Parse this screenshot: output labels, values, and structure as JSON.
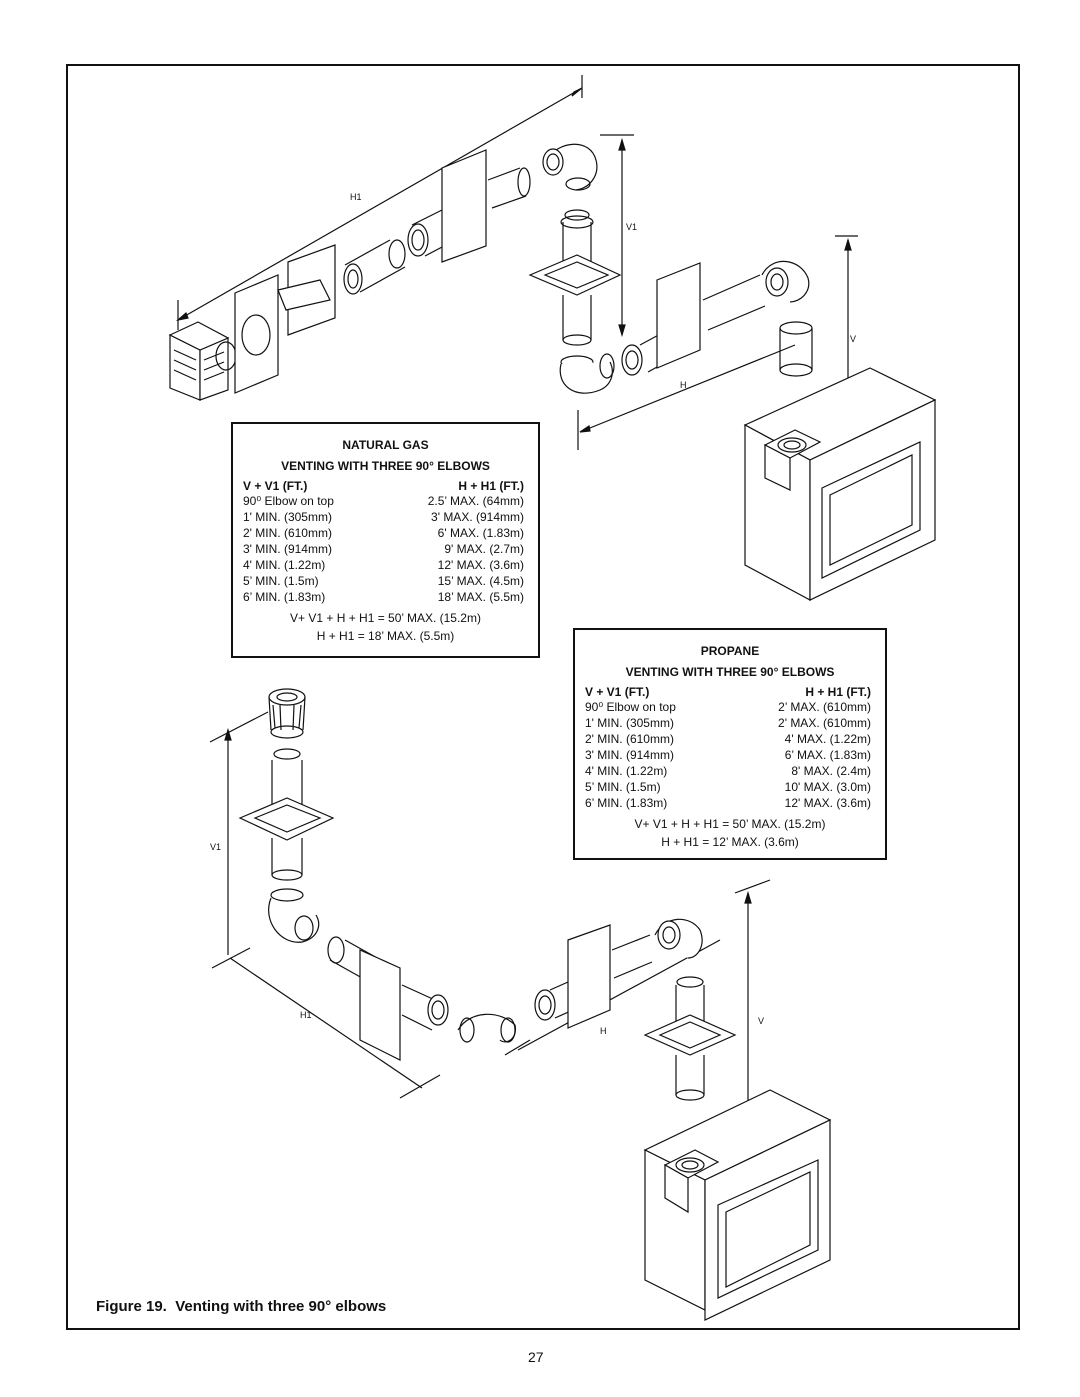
{
  "figure": {
    "caption_prefix": "Figure 19.",
    "caption_text": "Venting with three 90° elbows"
  },
  "page_number": "27",
  "dimension_labels": {
    "top_h1": "H1",
    "top_v1": "V1",
    "top_v": "V",
    "top_h": "H",
    "bottom_v1": "V1",
    "bottom_h1": "H1",
    "bottom_h": "H",
    "bottom_v": "V"
  },
  "natural_gas_table": {
    "title": "NATURAL GAS",
    "subtitle": "VENTING WITH THREE 90° ELBOWS",
    "col1_header": "V + V1  (FT.)",
    "col2_header": "H + H1 (FT.)",
    "rows": [
      {
        "v": "90⁰ Elbow on top",
        "h": "2.5’ MAX.  (64mm)"
      },
      {
        "v": "1' MIN. (305mm)",
        "h": "3' MAX.  (914mm)"
      },
      {
        "v": "2' MIN. (610mm)",
        "h": "6' MAX.  (1.83m)"
      },
      {
        "v": "3' MIN. (914mm)",
        "h": "9' MAX.  (2.7m)"
      },
      {
        "v": "4' MIN. (1.22m)",
        "h": "12' MAX.  (3.6m)"
      },
      {
        "v": "5’ MIN. (1.5m)",
        "h": "15’ MAX.  (4.5m)"
      },
      {
        "v": "6’ MIN. (1.83m)",
        "h": "18’ MAX.  (5.5m)"
      }
    ],
    "total_line1": "V+ V1 + H + H1 = 50’ MAX. (15.2m)",
    "total_line2": "H + H1 = 18’ MAX. (5.5m)"
  },
  "propane_table": {
    "title": "PROPANE",
    "subtitle": "VENTING WITH THREE 90° ELBOWS",
    "col1_header": "V + V1  (FT.)",
    "col2_header": "H + H1 (FT.)",
    "rows": [
      {
        "v": "90⁰ Elbow on top",
        "h": "2’ MAX. (610mm)"
      },
      {
        "v": "1' MIN. (305mm)",
        "h": "2' MAX.  (610mm)"
      },
      {
        "v": "2' MIN. (610mm)",
        "h": "4' MAX.  (1.22m)"
      },
      {
        "v": "3' MIN. (914mm)",
        "h": "6’ MAX.  (1.83m)"
      },
      {
        "v": "4' MIN. (1.22m)",
        "h": "8' MAX.  (2.4m)"
      },
      {
        "v": "5’ MIN. (1.5m)",
        "h": "10' MAX.  (3.0m)"
      },
      {
        "v": "6’ MIN. (1.83m)",
        "h": "12' MAX.  (3.6m)"
      }
    ],
    "total_line1": "V+ V1 + H + H1 = 50’ MAX. (15.2m)",
    "total_line2": "H + H1 = 12’ MAX. (3.6m)"
  }
}
